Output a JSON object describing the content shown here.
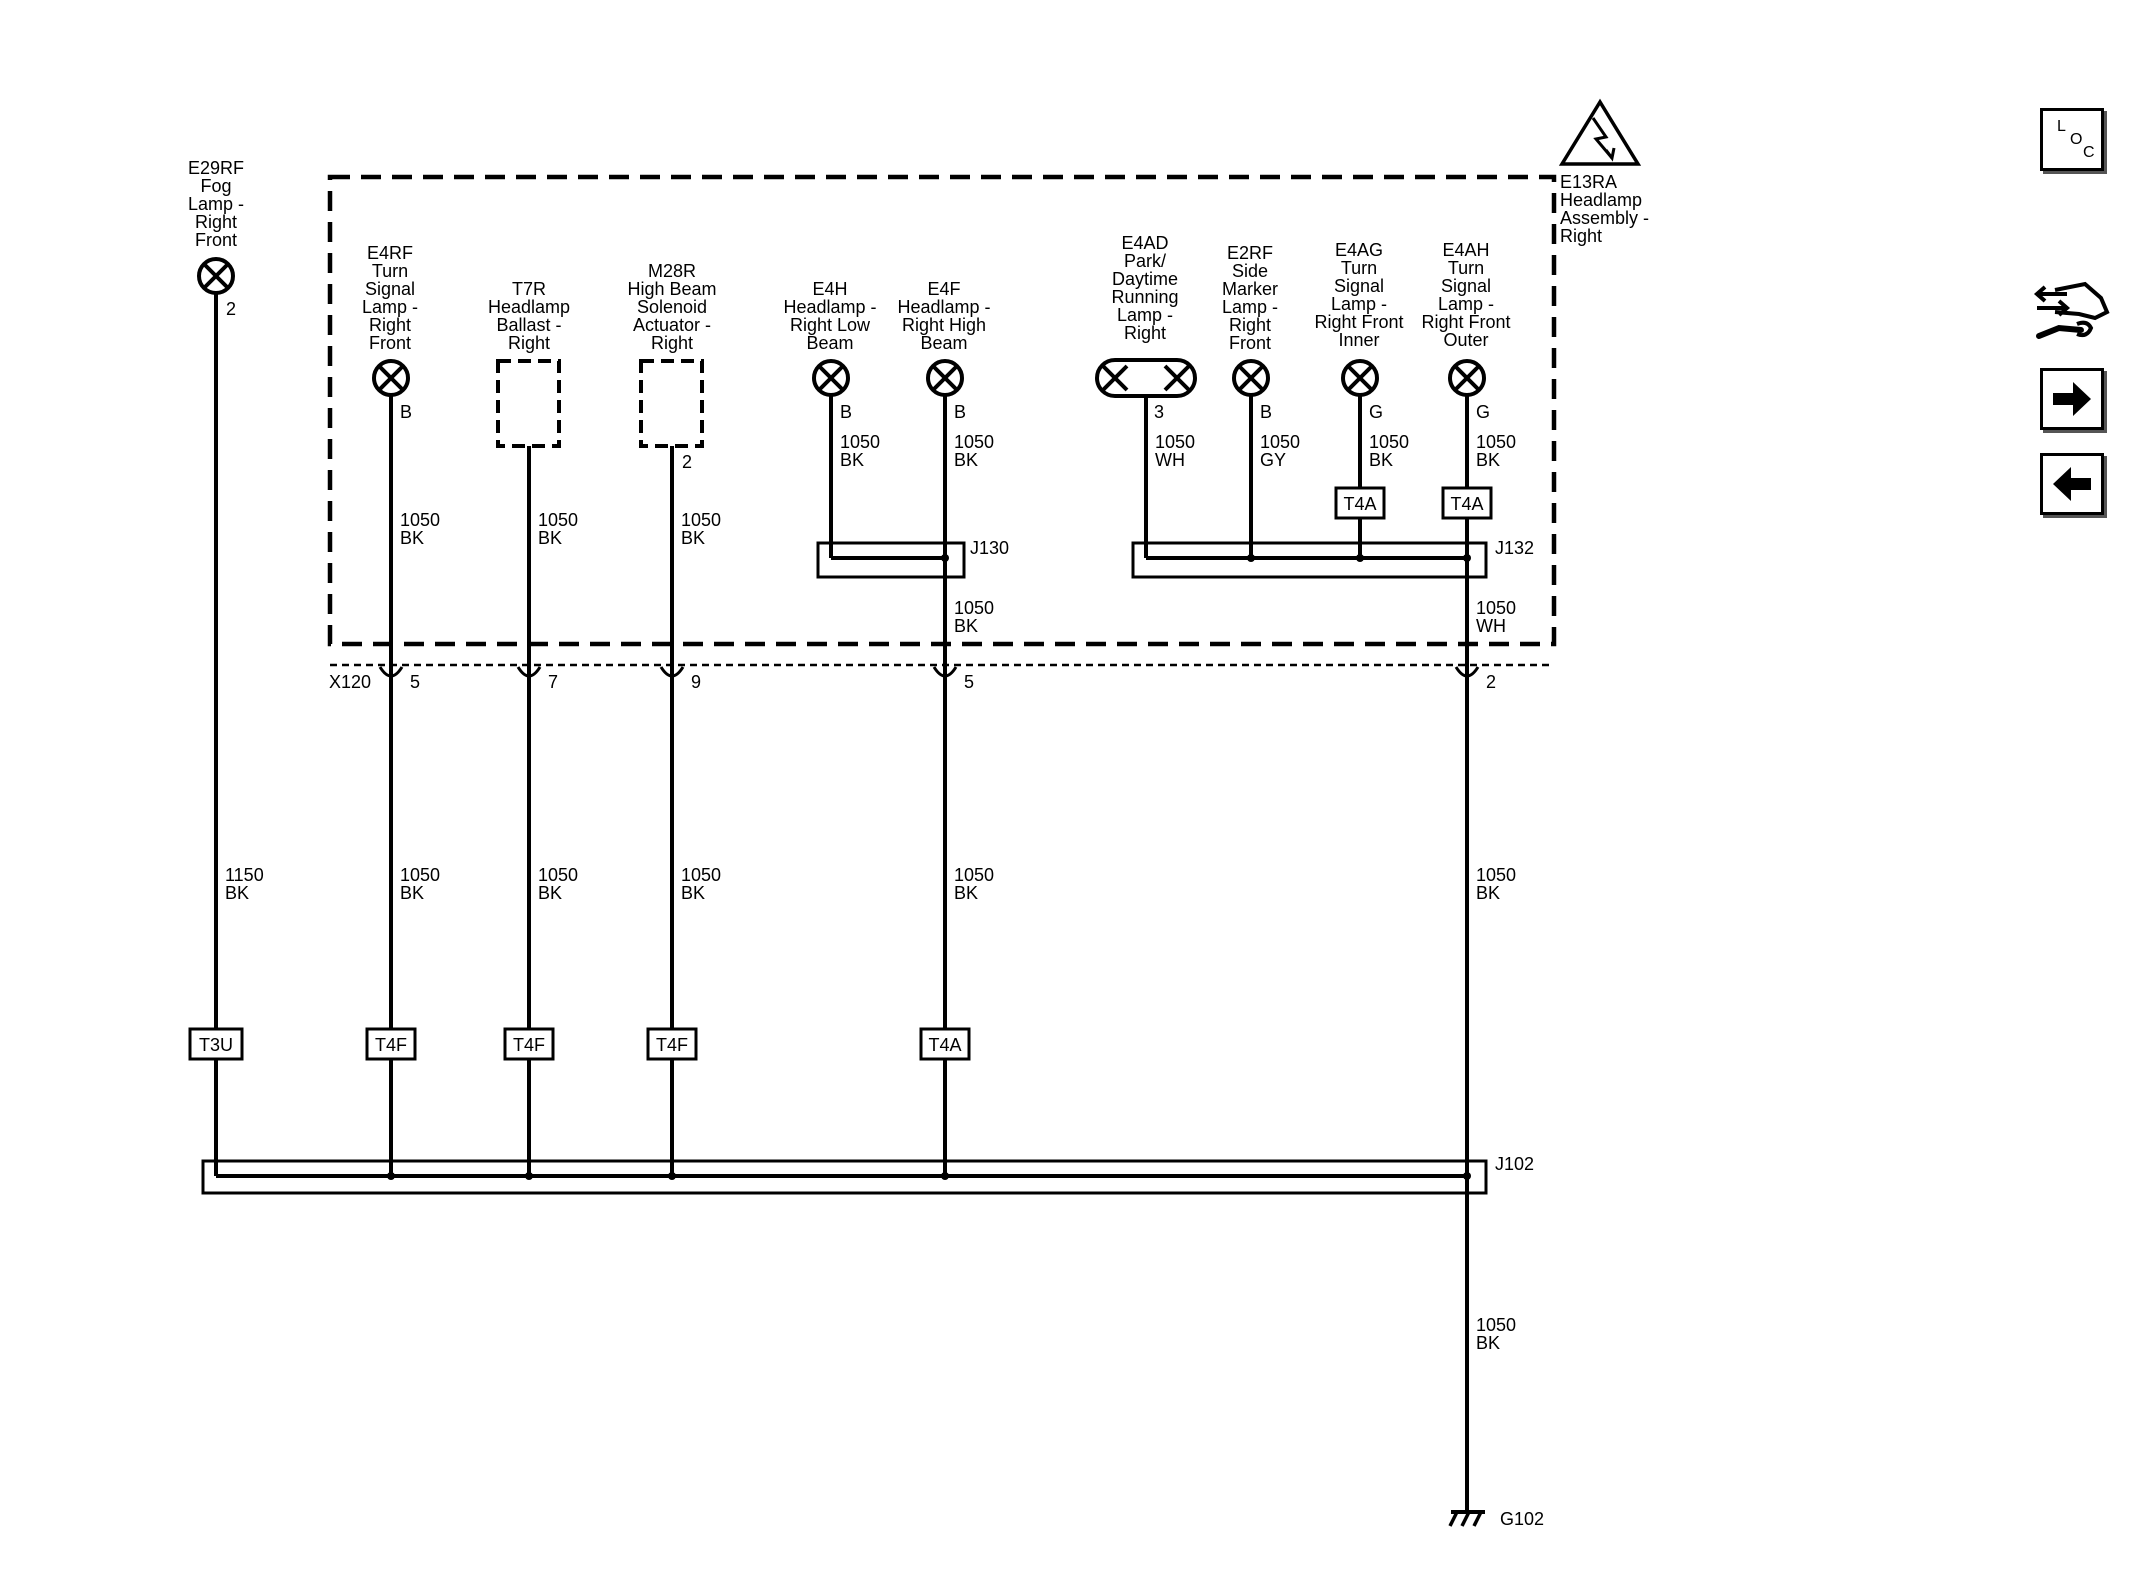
{
  "ground": {
    "id": "G102"
  },
  "enclosure": {
    "id": "E13RA",
    "name": [
      "Headlamp",
      "Assembly -",
      "Right"
    ]
  },
  "connector": {
    "id": "X120"
  },
  "splices": {
    "j102": "J102",
    "j130": "J130",
    "j132": "J132"
  },
  "components": [
    {
      "id": "E29RF",
      "name": [
        "Fog",
        "Lamp -",
        "Right",
        "Front"
      ],
      "pin": "2",
      "wire": {
        "circuit": "1150",
        "color": "BK"
      },
      "terminal": "T3U"
    },
    {
      "id": "E4RF",
      "name": [
        "Turn",
        "Signal",
        "Lamp -",
        "Right",
        "Front"
      ],
      "pin": "B",
      "wire_inner": {
        "circuit": "1050",
        "color": "BK"
      },
      "x120_pin": "5",
      "wire": {
        "circuit": "1050",
        "color": "BK"
      },
      "terminal": "T4F"
    },
    {
      "id": "T7R",
      "name": [
        "Headlamp",
        "Ballast -",
        "Right"
      ],
      "pin": "",
      "wire_inner": {
        "circuit": "1050",
        "color": "BK"
      },
      "x120_pin": "7",
      "wire": {
        "circuit": "1050",
        "color": "BK"
      },
      "terminal": "T4F"
    },
    {
      "id": "M28R",
      "name": [
        "High Beam",
        "Solenoid",
        "Actuator -",
        "Right"
      ],
      "pin": "2",
      "wire_inner": {
        "circuit": "1050",
        "color": "BK"
      },
      "x120_pin": "9",
      "wire": {
        "circuit": "1050",
        "color": "BK"
      },
      "terminal": "T4F"
    },
    {
      "id": "E4H",
      "name": [
        "Headlamp -",
        "Right Low",
        "Beam"
      ],
      "pin": "B",
      "wire_inner": {
        "circuit": "1050",
        "color": "BK"
      }
    },
    {
      "id": "E4F",
      "name": [
        "Headlamp -",
        "Right High",
        "Beam"
      ],
      "pin": "B",
      "wire_inner": {
        "circuit": "1050",
        "color": "BK"
      },
      "wire_after_splice": {
        "circuit": "1050",
        "color": "BK"
      },
      "x120_pin": "5",
      "wire": {
        "circuit": "1050",
        "color": "BK"
      },
      "terminal": "T4A"
    },
    {
      "id": "E4AD",
      "name": [
        "Park/",
        "Daytime",
        "Running",
        "Lamp -",
        "Right"
      ],
      "pin": "3",
      "wire_inner": {
        "circuit": "1050",
        "color": "WH"
      }
    },
    {
      "id": "E2RF",
      "name": [
        "Side",
        "Marker",
        "Lamp -",
        "Right",
        "Front"
      ],
      "pin": "B",
      "wire_inner": {
        "circuit": "1050",
        "color": "GY"
      }
    },
    {
      "id": "E4AG",
      "name": [
        "Turn",
        "Signal",
        "Lamp -",
        "Right Front",
        "Inner"
      ],
      "pin": "G",
      "wire_inner": {
        "circuit": "1050",
        "color": "BK"
      },
      "terminal": "T4A"
    },
    {
      "id": "E4AH",
      "name": [
        "Turn",
        "Signal",
        "Lamp -",
        "Right Front",
        "Outer"
      ],
      "pin": "G",
      "wire_inner": {
        "circuit": "1050",
        "color": "BK"
      },
      "terminal": "T4A",
      "wire_after_splice": {
        "circuit": "1050",
        "color": "WH"
      },
      "x120_pin": "2",
      "wire": {
        "circuit": "1050",
        "color": "BK"
      },
      "ground_wire": {
        "circuit": "1050",
        "color": "BK"
      }
    }
  ],
  "nav": {
    "loc_letters": [
      "L",
      "O",
      "C"
    ],
    "icons": [
      "loc-icon",
      "connector-tools-icon",
      "next-arrow-icon",
      "back-arrow-icon"
    ]
  }
}
